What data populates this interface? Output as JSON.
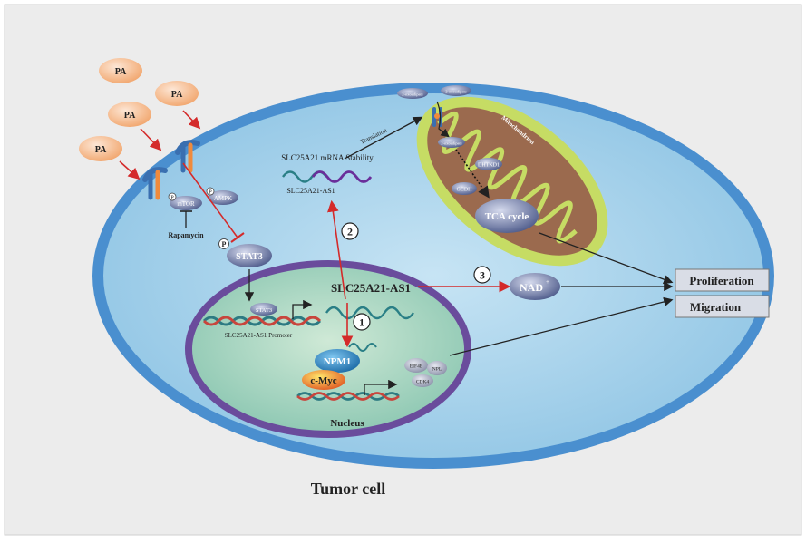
{
  "diagram": {
    "pa_molecules": [
      "PA",
      "PA",
      "PA",
      "PA"
    ],
    "mtor_label": "mTOR",
    "ampk_label": "AMPK",
    "phospho_mark": "P",
    "rapamycin_label": "Rapamycin",
    "stat3_label": "STAT3",
    "stat3_small_label": "STAT3",
    "promoter_label": "SLC25A21-AS1 Promoter",
    "mrna_stability_label": "SLC25A21 mRNA Stability",
    "lncrna_small_label": "SLC25A21-AS1",
    "lncrna_main_label": "SLC25A21-AS1",
    "translation_label": "Translation",
    "transporter_label_1": "2-oxoadipate",
    "transporter_label_2": "2-oxoadipate",
    "transporter_label_3": "2-oxoadipate",
    "dhtkd1_label": "DHTKD1",
    "gcdh_label": "GCDH",
    "tca_label": "TCA cycle",
    "mitochondrion_label": "Mitochondrion",
    "step_1": "1",
    "step_2": "2",
    "step_3": "3",
    "nad_label": "NAD",
    "nad_superscript": "+",
    "npm1_label": "NPM1",
    "cmyc_label": "c-Myc",
    "eif4e_label": "EIF4E",
    "npl_label": "NPL",
    "cdk4_label": "CDK4",
    "nucleus_label": "Nucleus",
    "proliferation_label": "Proliferation",
    "migration_label": "Migration",
    "cell_label": "Tumor cell"
  },
  "colors": {
    "background": "#ececec",
    "cell_outer": "#4a8fcf",
    "cell_inner": "#a9d3ec",
    "nucleus_ring": "#6a4c9c",
    "nucleus_fill": "#a8d4c0",
    "mito_outer": "#c6dc64",
    "mito_inner": "#9b6a4e",
    "pa_fill": "#f4b482",
    "arrow_red": "#d42a2a",
    "arrow_black": "#222222",
    "output_box": "#d9dde6"
  }
}
